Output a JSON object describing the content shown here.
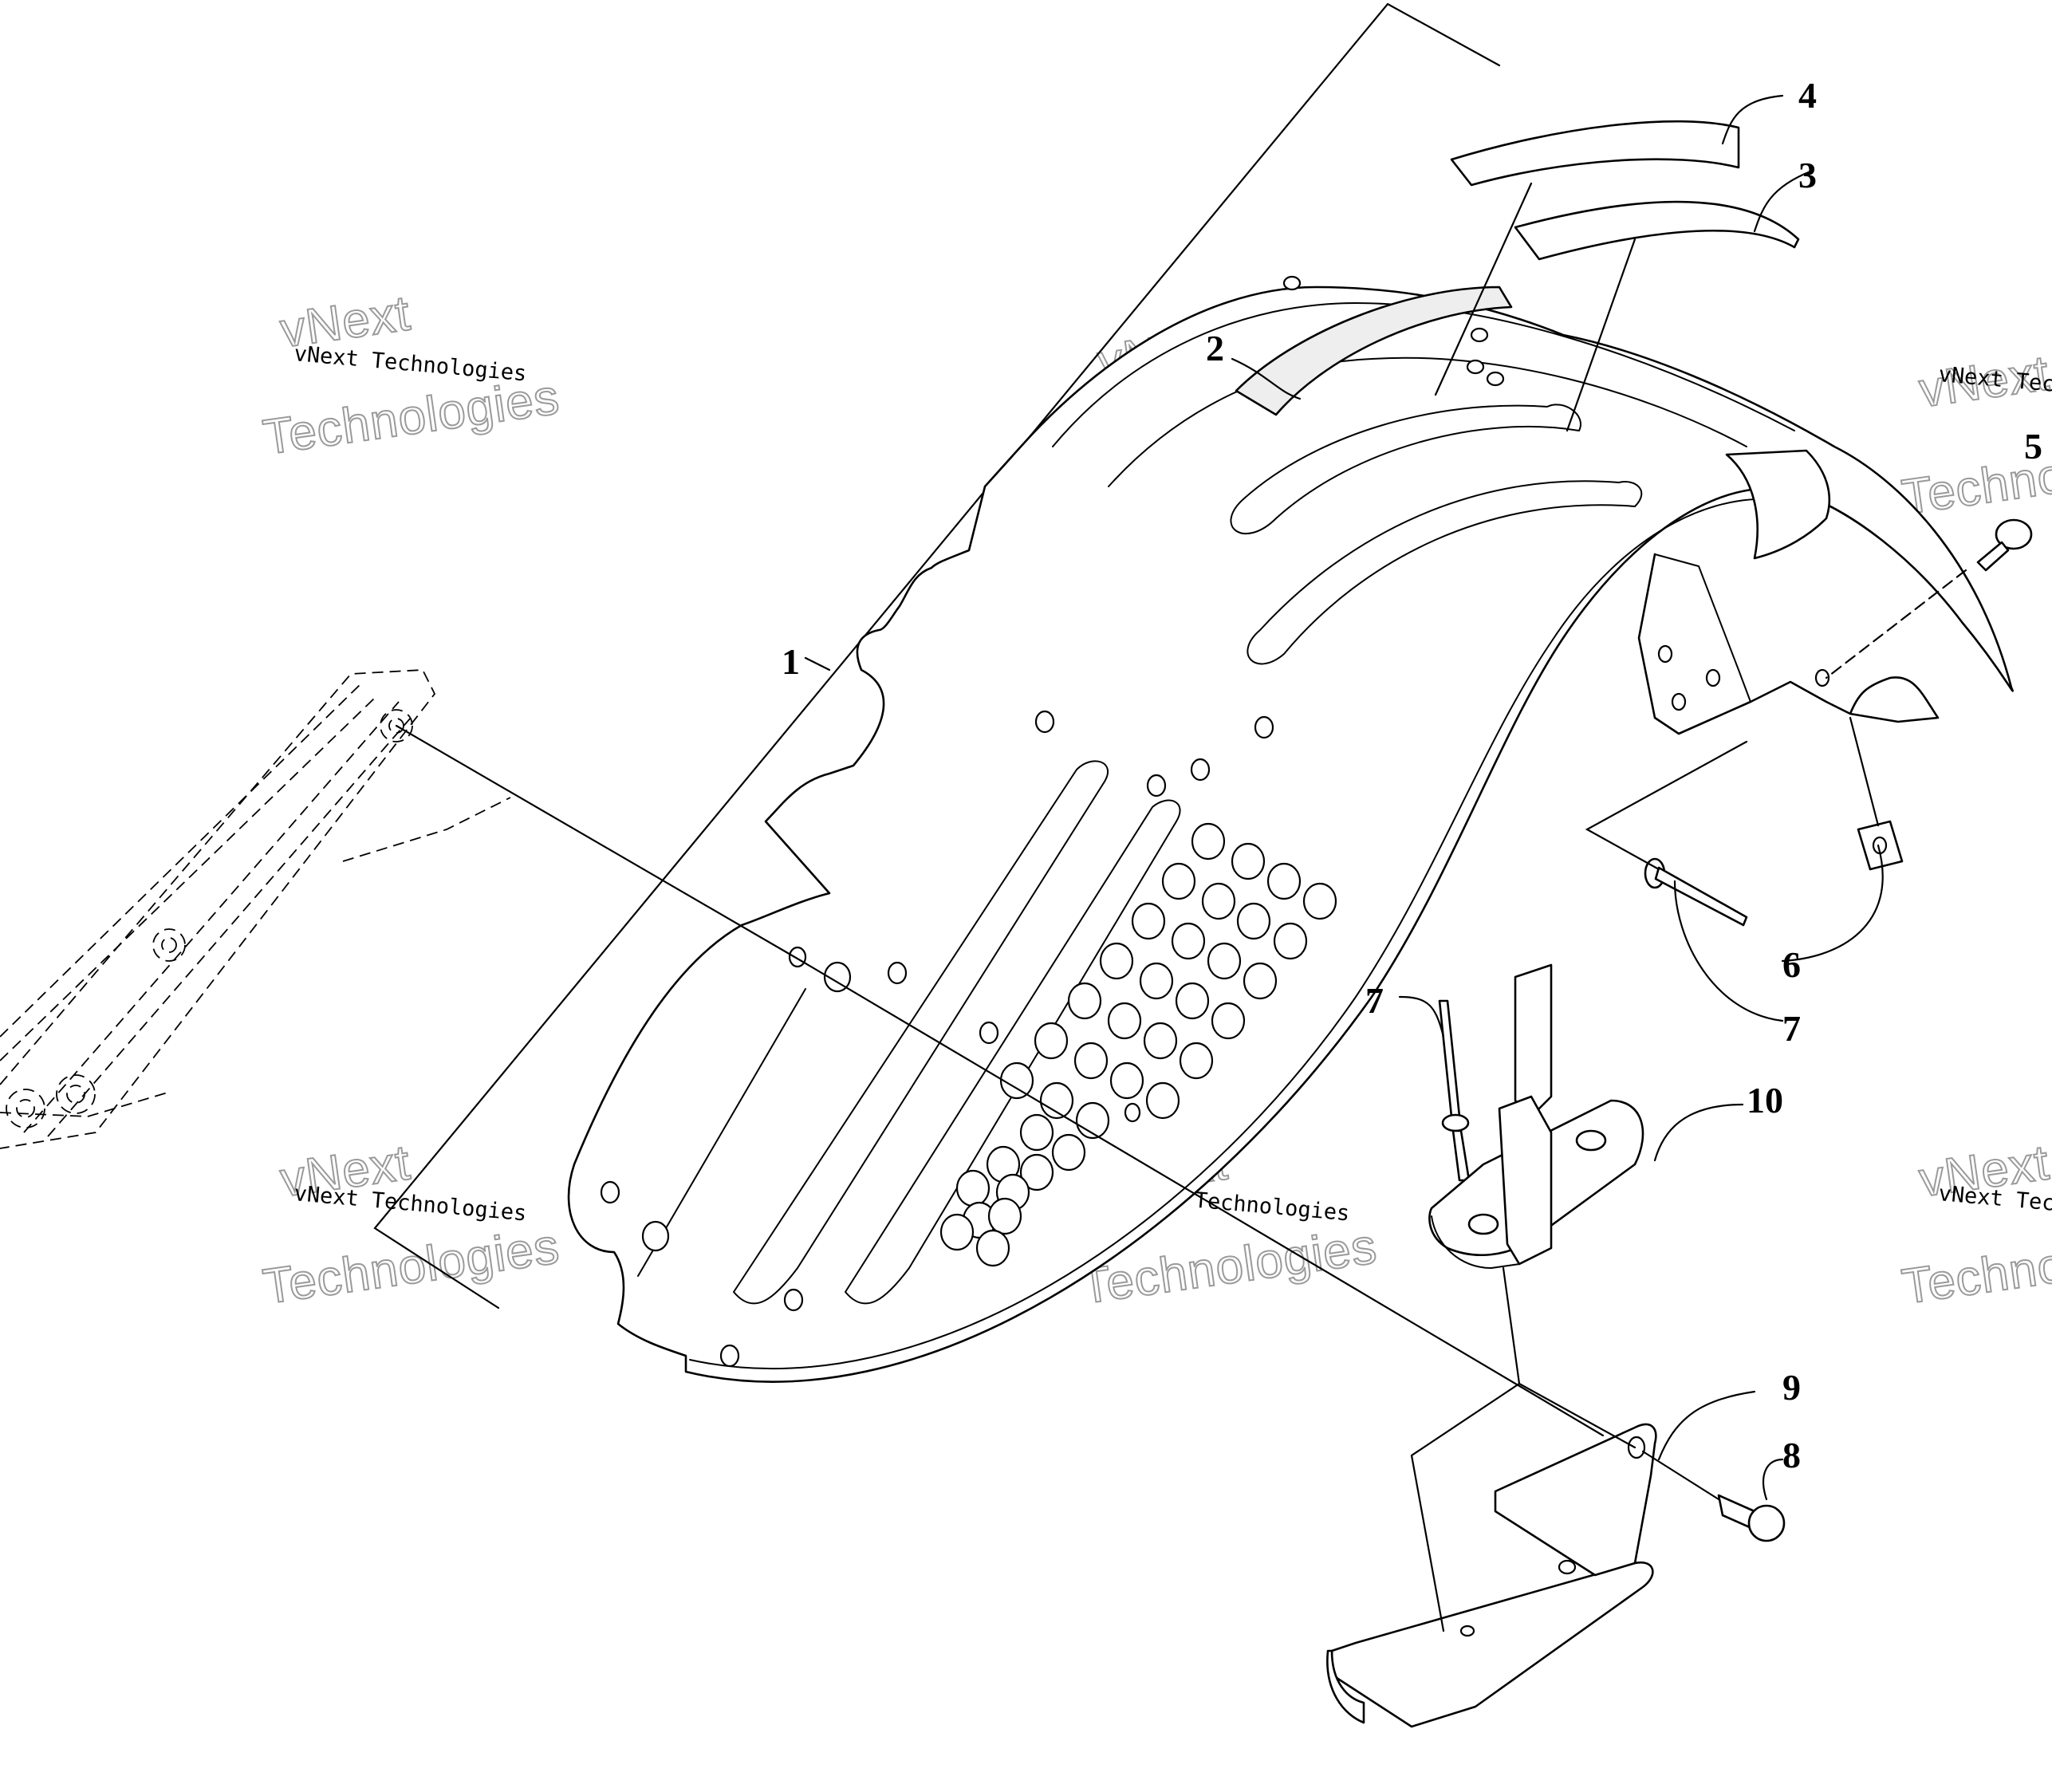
{
  "watermark": {
    "line_small": "vNext Technologies",
    "word_top": "vNext",
    "word_bottom": "Technologies"
  },
  "callouts": [
    "1",
    "2",
    "3",
    "4",
    "5",
    "6",
    "7",
    "7",
    "8",
    "9",
    "10"
  ],
  "colors": {
    "line": "#000000",
    "background": "#ffffff",
    "watermark_outline": "#9a9a9a"
  }
}
